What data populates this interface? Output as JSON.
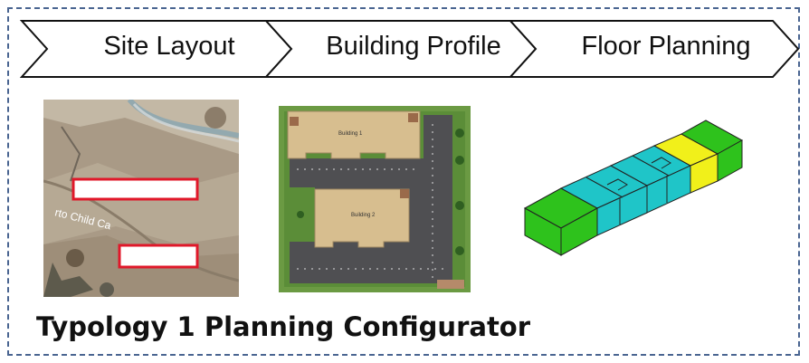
{
  "steps": [
    {
      "label": "Site Layout"
    },
    {
      "label": "Building Profile"
    },
    {
      "label": "Floor Planning"
    }
  ],
  "site_map": {
    "street_label": "rto Child Ca"
  },
  "building_profile": {
    "buildings": [
      {
        "label": "Building 1"
      },
      {
        "label": "Building 2"
      }
    ]
  },
  "floor_planning": {
    "colors": {
      "green": "#2ec21c",
      "cyan": "#1fc5c8",
      "yellow": "#f1f01a"
    }
  },
  "title": "Typology 1 Planning Configurator",
  "colors": {
    "border": "#4a6591",
    "highlight": "#e0182a"
  }
}
